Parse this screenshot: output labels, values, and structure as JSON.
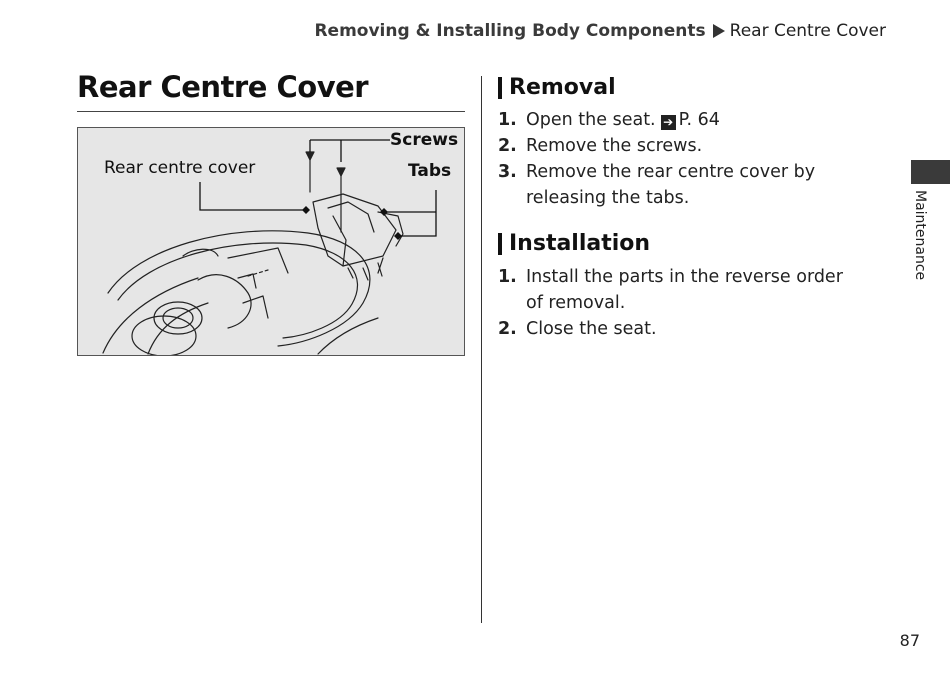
{
  "breadcrumb": {
    "parent": "Removing & Installing Body Components",
    "current": "Rear Centre Cover"
  },
  "page_title": "Rear Centre Cover",
  "figure": {
    "labels": {
      "cover": "Rear centre cover",
      "screws": "Screws",
      "tabs": "Tabs"
    }
  },
  "removal": {
    "heading": "Removal",
    "steps": [
      {
        "num": "1.",
        "text": "Open the seat.",
        "ref": "P. 64"
      },
      {
        "num": "2.",
        "text": "Remove the screws."
      },
      {
        "num": "3.",
        "text": "Remove the rear centre cover by releasing the tabs."
      }
    ]
  },
  "installation": {
    "heading": "Installation",
    "steps": [
      {
        "num": "1.",
        "text": "Install the parts in the reverse order of removal."
      },
      {
        "num": "2.",
        "text": "Close the seat."
      }
    ]
  },
  "side_tab": {
    "label": "Maintenance"
  },
  "page_number": "87"
}
